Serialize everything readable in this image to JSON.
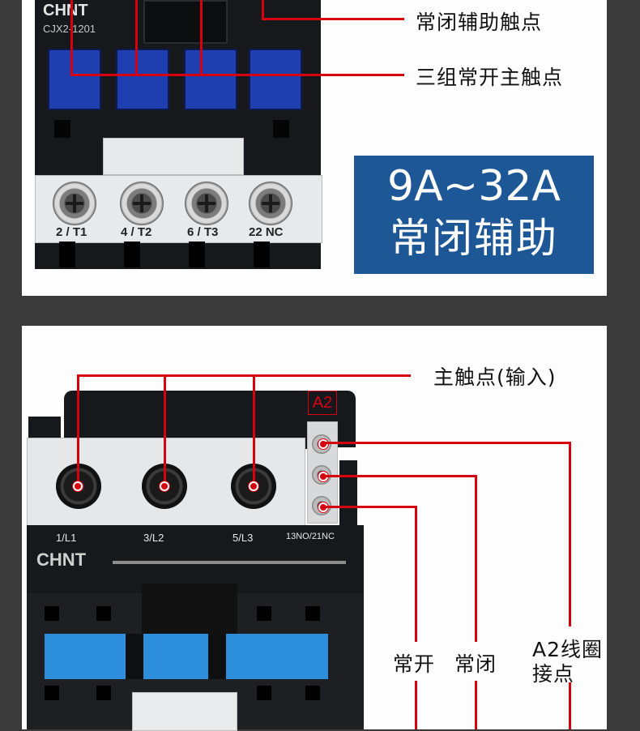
{
  "top": {
    "device": {
      "brand": "CHNT",
      "model": "CJX2-1201",
      "terminals": [
        "2 / T1",
        "4 / T2",
        "6 / T3",
        "22 NC"
      ]
    },
    "callouts": [
      "常闭辅助触点",
      "三组常开主触点"
    ],
    "rating_box": {
      "line1": "9A~32A",
      "line2": "常闭辅助"
    }
  },
  "bottom": {
    "device": {
      "brand": "CHNT",
      "terminals": [
        "1/L1",
        "3/L2",
        "5/L3",
        "13NO/21NC"
      ],
      "coil_tag": "A2"
    },
    "callouts": {
      "main_input": "主触点(输入)",
      "no": "常开",
      "nc": "常闭",
      "coil_line1": "A2线圈",
      "coil_line2": "接点"
    }
  },
  "colors": {
    "page_bg": "#3a3a3a",
    "panel_bg": "#fdfdfd",
    "callout_red": "#d7000f",
    "rating_blue": "#1d5796",
    "slider_blue": "#2d8fdc"
  }
}
